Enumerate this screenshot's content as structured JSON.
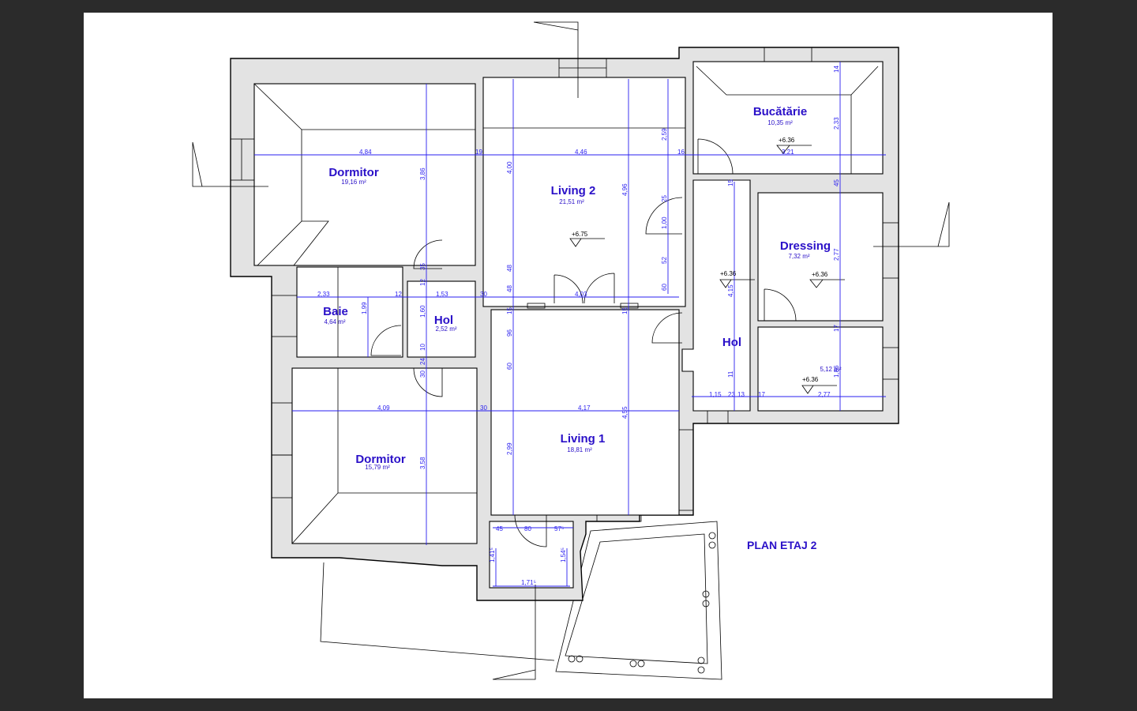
{
  "plan_title": "PLAN ETAJ 2",
  "rooms": [
    {
      "name": "Dormitor",
      "area": "19,16 m²"
    },
    {
      "name": "Living 2",
      "area": "21,51 m²"
    },
    {
      "name": "Bucătărie",
      "area": "10,35 m²"
    },
    {
      "name": "Dressing",
      "area": "7,32 m²"
    },
    {
      "name": "Baie",
      "area": "4,64 m²"
    },
    {
      "name": "Hol",
      "area": "2,52 m²"
    },
    {
      "name": "Hol",
      "area": ""
    },
    {
      "name": "Dormitor",
      "area": "15,79 m²"
    },
    {
      "name": "Living 1",
      "area": "18,81 m²"
    },
    {
      "name": "",
      "area": "5,12 m²"
    }
  ],
  "levels": [
    "+6.75",
    "+6.36",
    "+6.36",
    "+6.36",
    "+6.36"
  ],
  "dimensions": {
    "d1": "4,84",
    "d2": "19",
    "d3": "4,46",
    "d4": "16",
    "d5": "3,21",
    "d6": "3,86",
    "d7": "4,00",
    "d8": "4,96",
    "d9": "2,59",
    "d10": "2,33",
    "d11": "14",
    "d12": "45",
    "d13": "15",
    "d14": "2,77",
    "d15": "4,15",
    "d16": "2,33",
    "d17": "12",
    "d18": "1,53",
    "d19": "30",
    "d20": "4,03",
    "d21": "1,99",
    "d22": "35",
    "d23": "12",
    "d24": "1,60",
    "d25": "10",
    "d26": "24",
    "d27": "30",
    "d28": "48",
    "d29": "48",
    "d30": "15",
    "d31": "96",
    "d32": "60",
    "d33": "25",
    "d34": "1,00",
    "d35": "52",
    "d36": "60",
    "d37": "15",
    "d38": "4,09",
    "d39": "30",
    "d40": "4,17",
    "d41": "4,55",
    "d42": "2,99",
    "d43": "3,58",
    "d44": "1,15",
    "d45": "23",
    "d46": "13",
    "d47": "17",
    "d48": "2,77",
    "d49": "17",
    "d50": "1,86",
    "d51": "11",
    "d52": "45",
    "d53": "80",
    "d54": "57⁵",
    "d55": "1,41⁵",
    "d56": "1,54⁵",
    "d57": "1,71⁵"
  }
}
